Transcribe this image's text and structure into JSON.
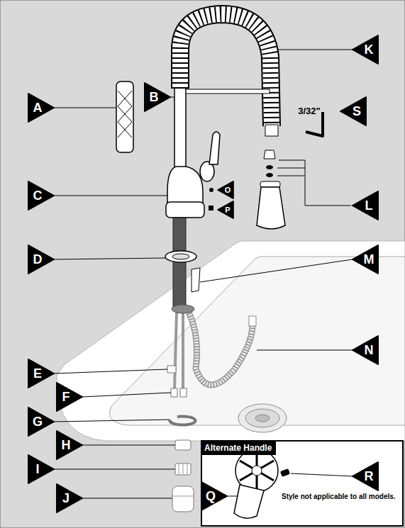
{
  "diagram": {
    "nodes": [
      {
        "text": [
          "Alternate Handle",
          "Style not applicable to all models."
        ]
      }
    ],
    "labels": [
      "K",
      "A",
      "B",
      "3/32\"",
      "S",
      "C",
      "O",
      "L",
      "P",
      "D",
      "M",
      "N",
      "E",
      "F",
      "G",
      "H",
      "I",
      "J",
      "Q",
      "R"
    ]
  }
}
